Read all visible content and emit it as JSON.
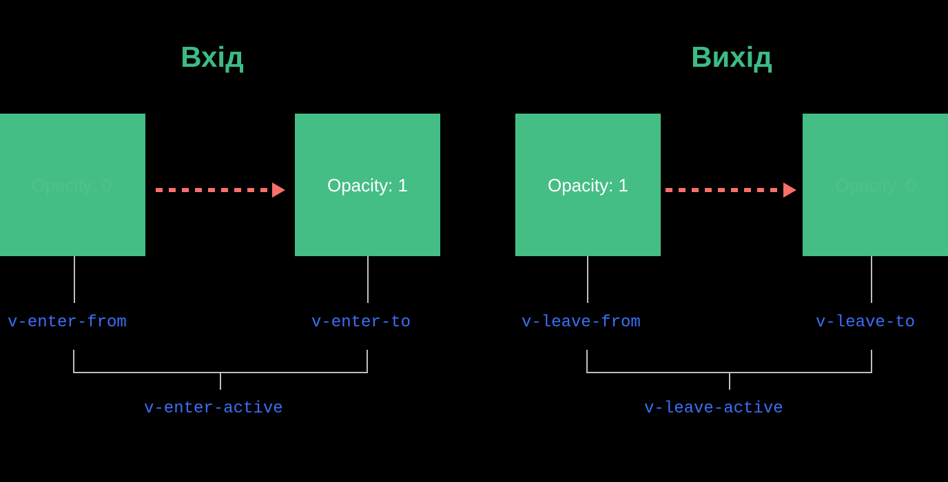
{
  "theme": {
    "background": "#000000",
    "box_green": "#45BE85",
    "title_green": "#3CBC85",
    "arrow_coral": "#FB6F6A",
    "label_blue": "#3B6FF5",
    "leader_grey": "#BFBFBF",
    "box_text_white": "#FFFFFF"
  },
  "sections": {
    "enter": {
      "title": "Вхід",
      "from_box_text": "Opacity: 0",
      "to_box_text": "Opacity: 1",
      "from_class": "v-enter-from",
      "to_class": "v-enter-to",
      "active_class": "v-enter-active"
    },
    "leave": {
      "title": "Вихід",
      "from_box_text": "Opacity: 1",
      "to_box_text": "Opacity: 0",
      "from_class": "v-leave-from",
      "to_class": "v-leave-to",
      "active_class": "v-leave-active"
    }
  }
}
